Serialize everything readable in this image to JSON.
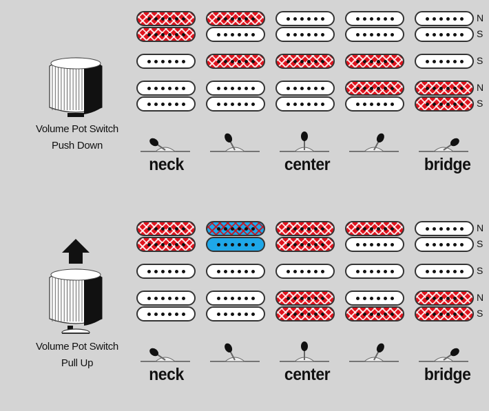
{
  "coil_labels": [
    "N",
    "S"
  ],
  "position_labels": {
    "neck": "neck",
    "center": "center",
    "bridge": "bridge"
  },
  "sections": [
    {
      "id": "push-down",
      "label_line1": "Volume Pot Switch",
      "label_line2": "Push Down",
      "arrow_up": false,
      "columns": [
        {
          "position": 1,
          "hum_top": [
            "red",
            "red"
          ],
          "single": "white",
          "hum_bottom": [
            "white",
            "white"
          ]
        },
        {
          "position": 2,
          "hum_top": [
            "red",
            "white"
          ],
          "single": "red",
          "hum_bottom": [
            "white",
            "white"
          ]
        },
        {
          "position": 3,
          "hum_top": [
            "white",
            "white"
          ],
          "single": "red",
          "hum_bottom": [
            "white",
            "white"
          ]
        },
        {
          "position": 4,
          "hum_top": [
            "white",
            "white"
          ],
          "single": "red",
          "hum_bottom": [
            "red",
            "white"
          ]
        },
        {
          "position": 5,
          "hum_top": [
            "white",
            "white"
          ],
          "single": "white",
          "hum_bottom": [
            "red",
            "red"
          ]
        }
      ],
      "row_labels": {
        "hum_top": [
          "N",
          "S"
        ],
        "single": "S",
        "hum_bottom": [
          "N",
          "S"
        ]
      }
    },
    {
      "id": "pull-up",
      "label_line1": "Volume Pot Switch",
      "label_line2": "Pull Up",
      "arrow_up": true,
      "columns": [
        {
          "position": 1,
          "hum_top": [
            "red",
            "red"
          ],
          "single": "white",
          "hum_bottom": [
            "white",
            "white"
          ]
        },
        {
          "position": 2,
          "hum_top": [
            "bluered",
            "blue"
          ],
          "single": "white",
          "hum_bottom": [
            "white",
            "white"
          ]
        },
        {
          "position": 3,
          "hum_top": [
            "red",
            "red"
          ],
          "single": "white",
          "hum_bottom": [
            "red",
            "red"
          ]
        },
        {
          "position": 4,
          "hum_top": [
            "red",
            "white"
          ],
          "single": "white",
          "hum_bottom": [
            "white",
            "red"
          ]
        },
        {
          "position": 5,
          "hum_top": [
            "white",
            "white"
          ],
          "single": "white",
          "hum_bottom": [
            "red",
            "red"
          ]
        }
      ],
      "row_labels": {
        "hum_top": [
          "N",
          "S"
        ],
        "single": "S",
        "hum_bottom": [
          "N",
          "S"
        ]
      }
    }
  ],
  "colors": {
    "active": "#e0141e",
    "split": "#1ea7e8",
    "inactive": "#ffffff",
    "background": "#d4d4d4"
  }
}
